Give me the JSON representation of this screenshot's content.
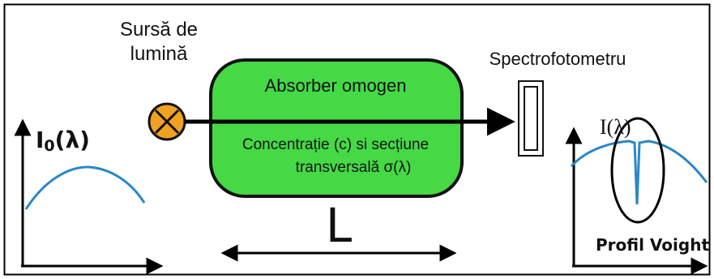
{
  "source": {
    "line1": "Sursă de",
    "line2": "lumină"
  },
  "absorber": {
    "title": "Absorber omogen",
    "caption_line1": "Concentrație (c) si secțiune",
    "caption_line2": "transversală σ(λ)",
    "fill_color": "#45d946",
    "path_length_label": "L"
  },
  "detector": {
    "label": "Spectrofotometru"
  },
  "incident_plot": {
    "label_main": "I",
    "label_sub": "0",
    "label_arg": "(λ)",
    "curve_color": "#2a87c6"
  },
  "transmitted_plot": {
    "label": "I(λ)",
    "curve_color": "#2a87c6",
    "profile_label": "Profil Voight"
  }
}
